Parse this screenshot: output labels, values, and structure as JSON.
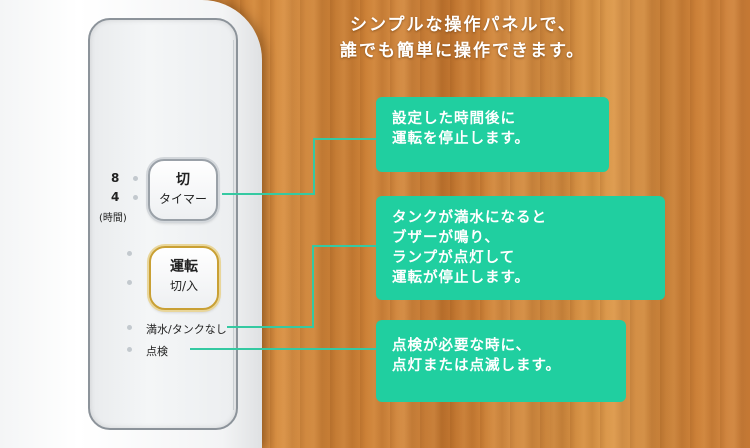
{
  "headline": {
    "line1": "シンプルな操作パネルで、",
    "line2": "誰でも簡単に操作できます。"
  },
  "panel": {
    "timer_button": {
      "line1": "切",
      "line2": "タイマー"
    },
    "power_button": {
      "line1": "運転",
      "line2": "切/入"
    },
    "timer_hours": [
      "8",
      "4"
    ],
    "hours_unit": "(時間)",
    "tank_label": "満水/タンクなし",
    "inspect_label": "点検"
  },
  "callouts": {
    "timer": [
      "設定した時間後に",
      "運転を停止します。"
    ],
    "tank": [
      "タンクが満水になると",
      "ブザーが鳴り、",
      "ランプが点灯して",
      "運転が停止します。"
    ],
    "inspect": [
      "点検が必要な時に、",
      "点灯または点滅します。"
    ]
  },
  "colors": {
    "callout_bg": "#20cfa0",
    "leader_line": "#35c9a2",
    "power_button_ring": "#c9a034",
    "background_wood": "#c87b33"
  }
}
